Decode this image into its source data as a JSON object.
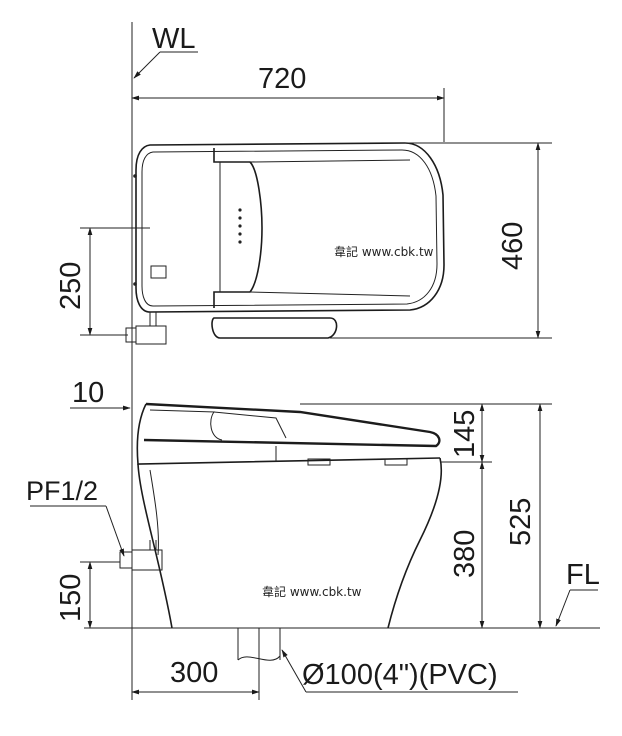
{
  "labels": {
    "wall": "WL",
    "floor": "FL",
    "supply_pipe": "PF1/2",
    "drain": "Ø100(4\")(PVC)"
  },
  "dimensions": {
    "length": "720",
    "width": "460",
    "supply_offset_plan": "250",
    "wall_gap": "10",
    "seat_height": "145",
    "total_height": "525",
    "bowl_height": "380",
    "supply_height": "150",
    "rough_in": "300"
  },
  "watermarks": {
    "plan": "韋記 www.cbk.tw",
    "side": "韋記 www.cbk.tw"
  },
  "colors": {
    "line": "#1c1c1c",
    "background": "#ffffff"
  }
}
